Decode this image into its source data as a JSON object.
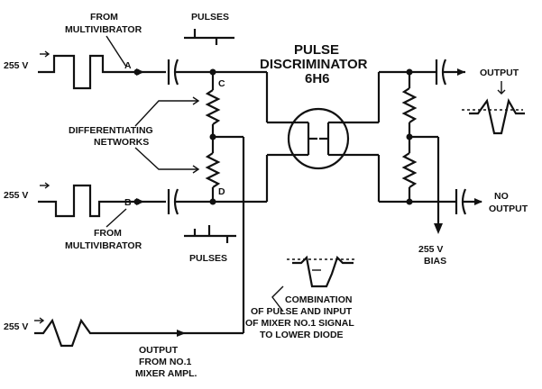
{
  "labels": {
    "from_mv_top": "FROM\nMULTIVIBRATOR",
    "pulses_top": "PULSES",
    "title": "PULSE\nDISCRIMINATOR\n6H6",
    "output_top": "OUTPUT",
    "v255_a": "255 V",
    "node_a": "A",
    "node_c": "C",
    "diff_networks": "DIFFERENTIATING\nNETWORKS",
    "v255_b": "255 V",
    "node_b": "B",
    "node_d": "D",
    "from_mv_bottom": "FROM\nMULTIVIBRATOR",
    "pulses_bottom": "PULSES",
    "no_output": "NO\nOUTPUT",
    "bias": "255 V\nBIAS",
    "combination": "COMBINATION\nOF PULSE AND INPUT\nOF MIXER NO.1 SIGNAL\nTO LOWER DIODE",
    "v255_c": "255 V",
    "output_mixer": "OUTPUT\nFROM NO.1\nMIXER AMPL."
  }
}
